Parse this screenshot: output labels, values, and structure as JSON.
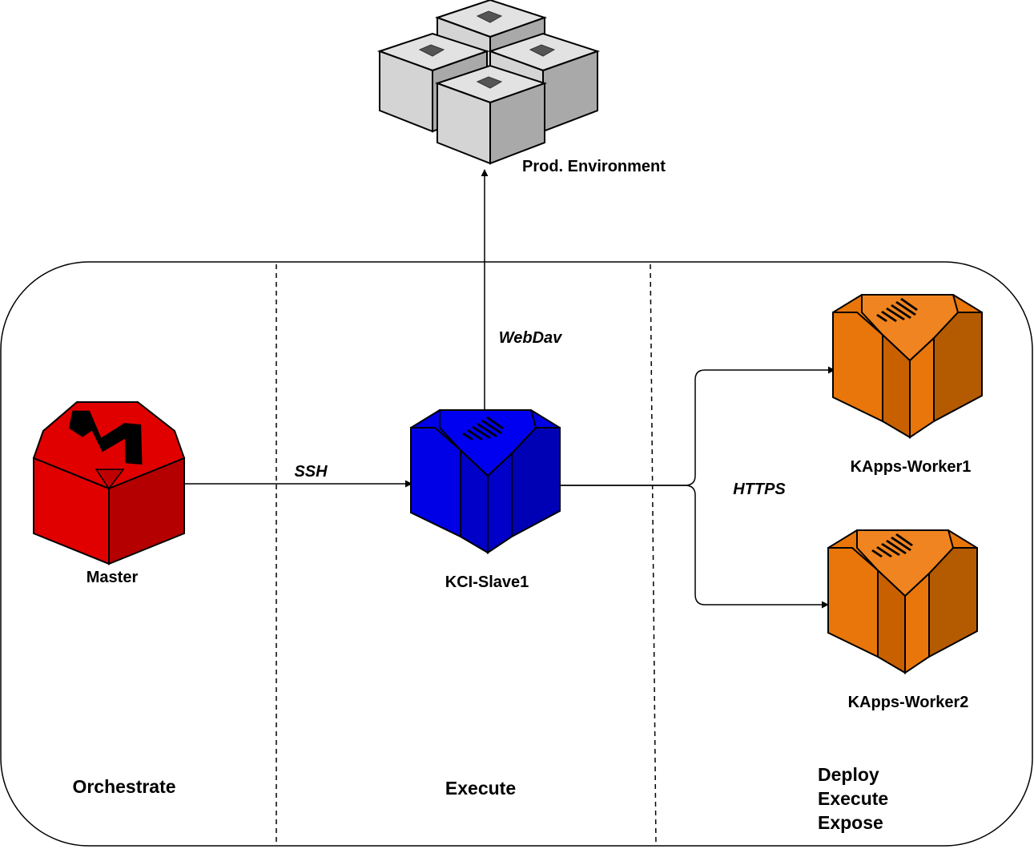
{
  "nodes": {
    "prod": {
      "label": "Prod. Environment",
      "icon": "server-cluster-icon"
    },
    "master": {
      "label": "Master",
      "icon": "master-node-icon",
      "color": "#e00000"
    },
    "slave": {
      "label": "KCI-Slave1",
      "icon": "server-rack-icon",
      "color": "#0000e6"
    },
    "worker1": {
      "label": "KApps-Worker1",
      "icon": "server-rack-icon",
      "color": "#e8760a"
    },
    "worker2": {
      "label": "KApps-Worker2",
      "icon": "server-rack-icon",
      "color": "#e8760a"
    }
  },
  "edges": {
    "ssh": {
      "label": "SSH",
      "from": "Master",
      "to": "KCI-Slave1"
    },
    "webdav": {
      "label": "WebDav",
      "from": "KCI-Slave1",
      "to": "Prod. Environment"
    },
    "https": {
      "label": "HTTPS",
      "from": "KCI-Slave1",
      "to": [
        "KApps-Worker1",
        "KApps-Worker2"
      ]
    }
  },
  "lanes": {
    "orchestrate": {
      "label": "Orchestrate"
    },
    "execute": {
      "label": "Execute"
    },
    "deploy": {
      "lines": [
        "Deploy",
        "Execute",
        "Expose"
      ]
    }
  }
}
